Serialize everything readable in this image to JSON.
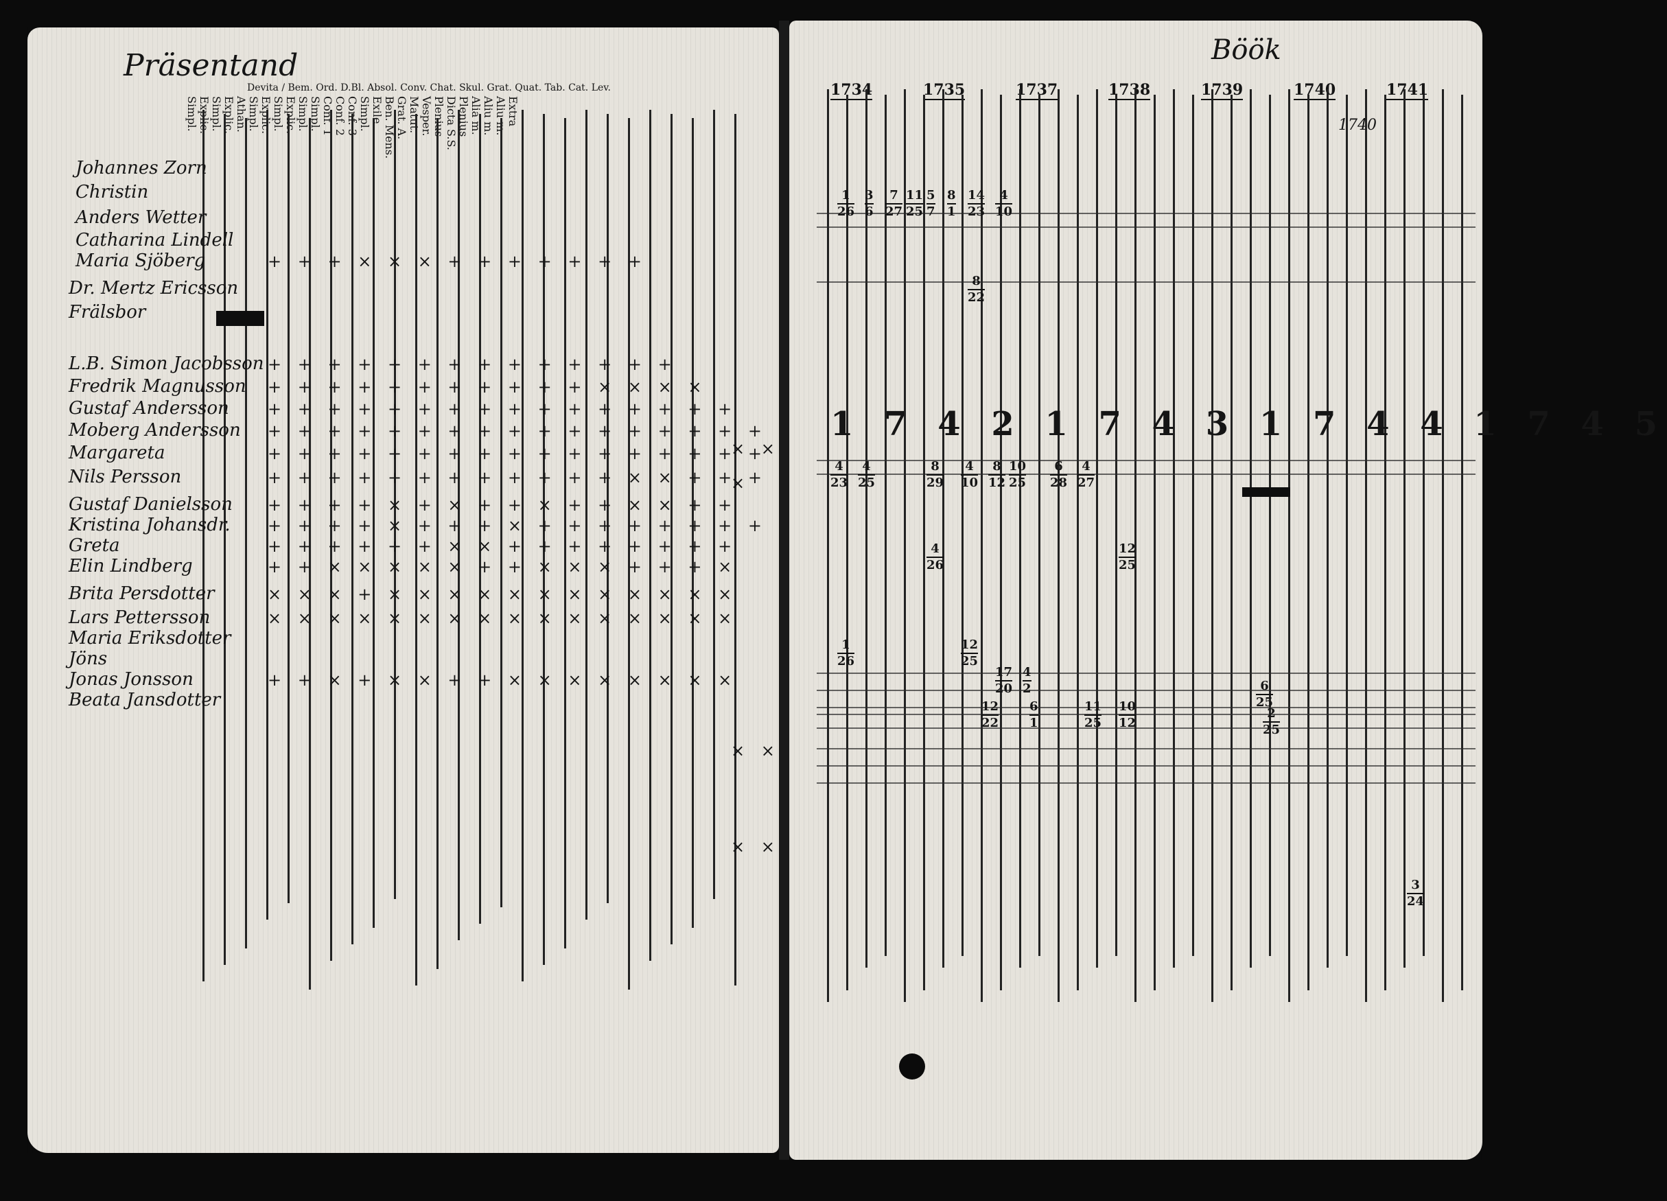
{
  "left_page": {
    "title": "Präsentand",
    "header_top": "Devita / Bem. Ord. D.Bl. Absol. Conv. Chat. Skul. Grat. Quat. Tab. Cat. Lev.",
    "column_headers": [
      "Simpl.",
      "Explic.",
      "Simpl.",
      "Explic.",
      "Athan.",
      "Simpl.",
      "Explic.",
      "Simpl.",
      "Explic.",
      "Simpl.",
      "Simpl.",
      "Conf. 1",
      "Conf. 2",
      "Conf. 3",
      "Simpl.",
      "Exile.",
      "Ben. Mens.",
      "Grat. A.",
      "Matut.",
      "Vesper.",
      "Plenius",
      "Dicta S.S.",
      "Plenius",
      "Alia m.",
      "Aliu m.",
      "Aliu m.",
      "Extra"
    ],
    "entries": [
      {
        "name": "Johannes Zorn",
        "marks": ""
      },
      {
        "name": "Christin",
        "marks": ""
      },
      {
        "name": "Anders Wetter",
        "marks": ""
      },
      {
        "name": "Catharina Lindell",
        "marks": ""
      },
      {
        "name": "Maria Sjöberg",
        "marks": "+ + + × × × + + + + + + +"
      },
      {
        "name": "Dr. Mertz Ericsson",
        "marks": ""
      },
      {
        "name": "Frälsbor",
        "marks": ""
      },
      {
        "name": "L.B. Simon Jacobsson",
        "marks": "+ + + + + + + + + + + + + +"
      },
      {
        "name": "Fredrik Magnusson",
        "marks": "+ + + + + + + + + + + × × × ×"
      },
      {
        "name": "Gustaf Andersson",
        "marks": "+ + + + + + + + + + + + + + + +"
      },
      {
        "name": "Moberg Andersson",
        "marks": "+ + + + + + + + + + + + + + + + +"
      },
      {
        "name": "Margareta",
        "marks": "+ + + + + + + + + + + + + + + + +"
      },
      {
        "name": "Nils Persson",
        "marks": "+ + + + + + + + + + + + × × + + +"
      },
      {
        "name": "Gustaf Danielsson",
        "marks": "+ + + + × + × + + × + + × × + +"
      },
      {
        "name": "Kristina Johansdr.",
        "marks": "+ + + + × + + + × + + + + + + + +"
      },
      {
        "name": "Greta",
        "marks": "+ + + + + + × × + + + + + + + +"
      },
      {
        "name": "Elin Lindberg",
        "marks": "+ + × × × × × + + × × × + + + ×"
      },
      {
        "name": "Brita Persdotter",
        "marks": "× × × + × × × × × × × × × × × ×"
      },
      {
        "name": "Lars Pettersson",
        "marks": "× × × × × × × × × × × × × × × ×"
      },
      {
        "name": "Maria Eriksdotter",
        "marks": ""
      },
      {
        "name": "Jöns",
        "marks": ""
      },
      {
        "name": "Jonas Jonsson",
        "marks": "+ + × + × × + + × × × × × × × ×"
      },
      {
        "name": "Beata Jansdotter",
        "marks": ""
      }
    ],
    "right_edge_marks": [
      "× ×",
      "×",
      "× ×",
      "× ×"
    ]
  },
  "right_page": {
    "corner_note": "Böök",
    "corner_note2": "1740",
    "years": [
      "1734",
      "1735",
      "1737",
      "1738",
      "1739",
      "1740",
      "1741"
    ],
    "big_numbers": "1 7 4 2  1 7 4 3  1 7 4 4  1 7 4 5",
    "fractions": [
      {
        "num": "1",
        "den": "26"
      },
      {
        "num": "3",
        "den": "6"
      },
      {
        "num": "7",
        "den": "27"
      },
      {
        "num": "11",
        "den": "25"
      },
      {
        "num": "5",
        "den": "7"
      },
      {
        "num": "8",
        "den": "1"
      },
      {
        "num": "14",
        "den": "23"
      },
      {
        "num": "4",
        "den": "10"
      },
      {
        "num": "8",
        "den": "22"
      },
      {
        "num": "4",
        "den": "25"
      },
      {
        "num": "8",
        "den": "29"
      },
      {
        "num": "4",
        "den": "23"
      },
      {
        "num": "4",
        "den": "10"
      },
      {
        "num": "8",
        "den": "12"
      },
      {
        "num": "10",
        "den": "25"
      },
      {
        "num": "6",
        "den": "28"
      },
      {
        "num": "4",
        "den": "27"
      },
      {
        "num": "12",
        "den": "25"
      },
      {
        "num": "4",
        "den": "26"
      },
      {
        "num": "1",
        "den": "26"
      },
      {
        "num": "12",
        "den": "25"
      },
      {
        "num": "17",
        "den": "20"
      },
      {
        "num": "4",
        "den": "2"
      },
      {
        "num": "12",
        "den": "22"
      },
      {
        "num": "6",
        "den": "1"
      },
      {
        "num": "11",
        "den": "25"
      },
      {
        "num": "10",
        "den": "12"
      },
      {
        "num": "2",
        "den": "25"
      },
      {
        "num": "6",
        "den": "25"
      },
      {
        "num": "3",
        "den": "24"
      }
    ]
  }
}
